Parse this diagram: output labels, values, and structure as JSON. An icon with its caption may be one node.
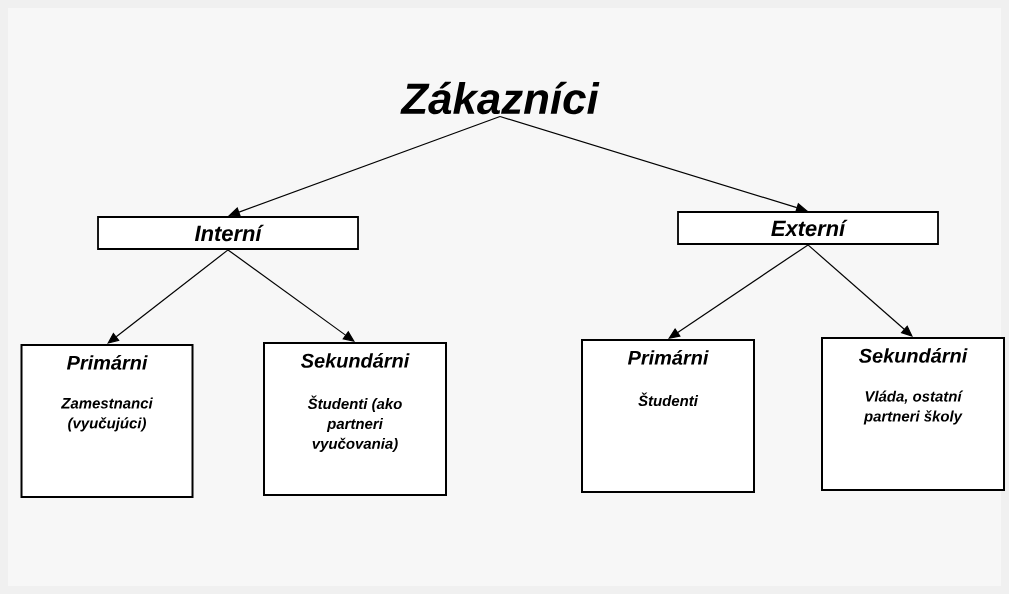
{
  "diagram": {
    "nodes": [
      {
        "text": [
          "Zákazníci"
        ]
      },
      {
        "text": [
          "Interní"
        ]
      },
      {
        "text": [
          "Externí"
        ]
      },
      {
        "text": [
          "Primárni",
          "Zamestnanci (vyučujúci)"
        ]
      },
      {
        "text": [
          "Sekundárni",
          "Študenti (ako partneri vyučovania)"
        ]
      },
      {
        "text": [
          "Primárni",
          "Študenti"
        ]
      },
      {
        "text": [
          "Sekundárni",
          "Vláda, ostatní partneri školy"
        ]
      }
    ],
    "edges": [
      {
        "from": 0,
        "to": 1,
        "arrow": "to"
      },
      {
        "from": 0,
        "to": 2,
        "arrow": "to"
      },
      {
        "from": 1,
        "to": 3,
        "arrow": "to"
      },
      {
        "from": 1,
        "to": 4,
        "arrow": "to"
      },
      {
        "from": 2,
        "to": 5,
        "arrow": "to"
      },
      {
        "from": 2,
        "to": 6,
        "arrow": "to"
      }
    ]
  }
}
